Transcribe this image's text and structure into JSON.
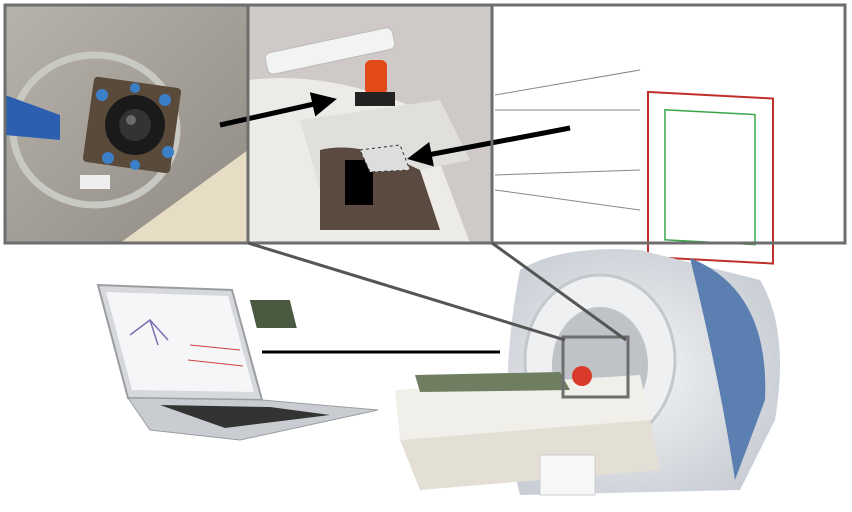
{
  "colors": {
    "panel_border": "#6e6e6e",
    "arrow": "#000000",
    "calibration_outer_box": "#c0302a",
    "calibration_inner_grid": "#3aa548",
    "scanner_body": "#d9dde2",
    "scanner_accent": "#5b7fb0",
    "connector_line": "#555555"
  },
  "panels": [
    {
      "name": "camera-closeup",
      "icon": "camera-photo"
    },
    {
      "name": "head-coil-mount",
      "icon": "head-coil-photo"
    },
    {
      "name": "checkerboard-calibration",
      "icon": "checkerboard-marker"
    }
  ],
  "illustrations": {
    "laptop": "laptop-with-tracking-software",
    "scanner": "mri-scanner-with-subject"
  }
}
